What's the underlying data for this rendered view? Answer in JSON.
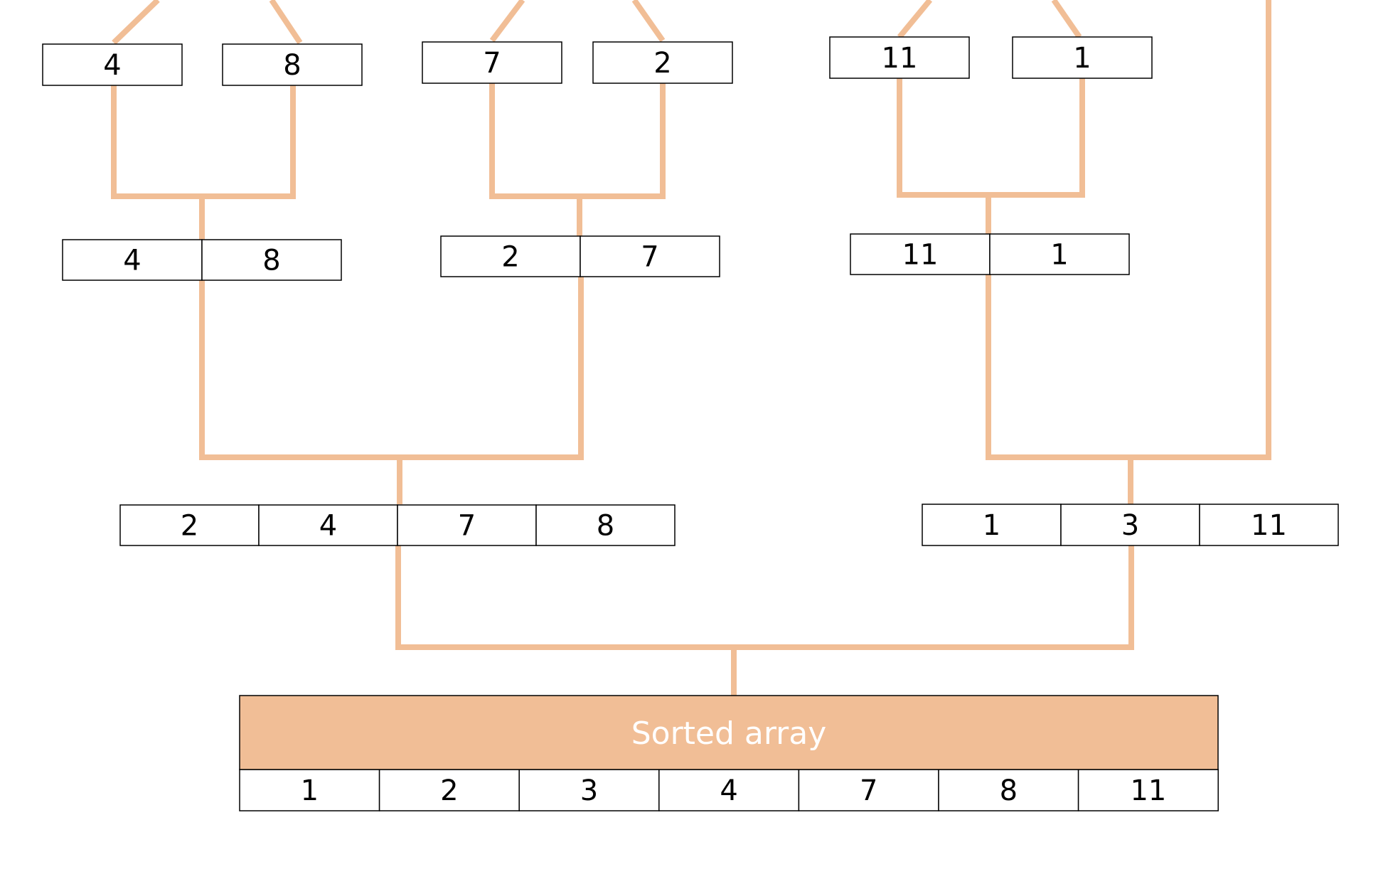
{
  "colors": {
    "accent": "#f1be96",
    "border": "#000000",
    "banner_text": "#ffffff"
  },
  "level1": {
    "groups": [
      {
        "left": "4",
        "right": "8"
      },
      {
        "left": "7",
        "right": "2"
      },
      {
        "left": "11",
        "right": "1"
      }
    ]
  },
  "level2": {
    "pairs": [
      [
        "4",
        "8"
      ],
      [
        "2",
        "7"
      ],
      [
        "11",
        "1"
      ]
    ]
  },
  "level3": {
    "left": [
      "2",
      "4",
      "7",
      "8"
    ],
    "right": [
      "1",
      "3",
      "11"
    ]
  },
  "sorted_array": {
    "label": "Sorted array",
    "values": [
      "1",
      "2",
      "3",
      "4",
      "7",
      "8",
      "11"
    ]
  }
}
